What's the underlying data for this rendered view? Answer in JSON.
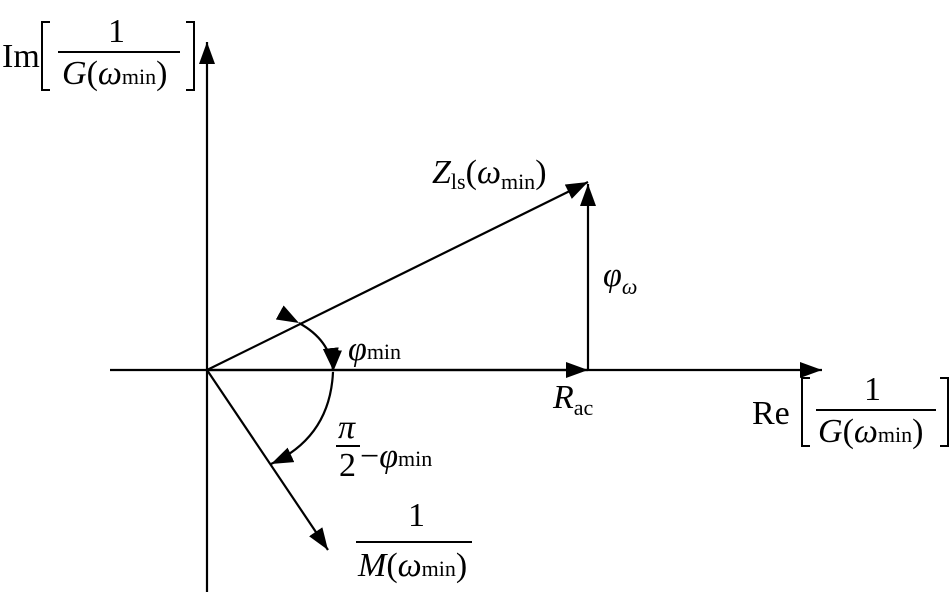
{
  "axes": {
    "im": {
      "prefix": "Im",
      "num": "1",
      "den_var": "G",
      "den_open": "(",
      "den_omega": "ω",
      "den_sub": "min",
      "den_close": ")"
    },
    "re": {
      "prefix": "Re",
      "num": "1",
      "den_var": "G",
      "den_open": "(",
      "den_omega": "ω",
      "den_sub": "min",
      "den_close": ")"
    }
  },
  "vectors": {
    "zls": {
      "var": "Z",
      "sub": "ls",
      "open": "(",
      "omega": "ω",
      "omega_sub": "min",
      "close": ")"
    },
    "phi_omega": {
      "var": "φ",
      "sub": "ω"
    },
    "r_ac": {
      "var": "R",
      "sub": "ac"
    },
    "inv_m": {
      "num": "1",
      "var": "M",
      "open": "(",
      "omega": "ω",
      "omega_sub": "min",
      "close": ")"
    }
  },
  "angles": {
    "phi_min": {
      "var": "φ",
      "sub": "min"
    },
    "comp": {
      "num": "π",
      "den": "2",
      "minus": "−",
      "var": "φ",
      "sub": "min"
    }
  }
}
